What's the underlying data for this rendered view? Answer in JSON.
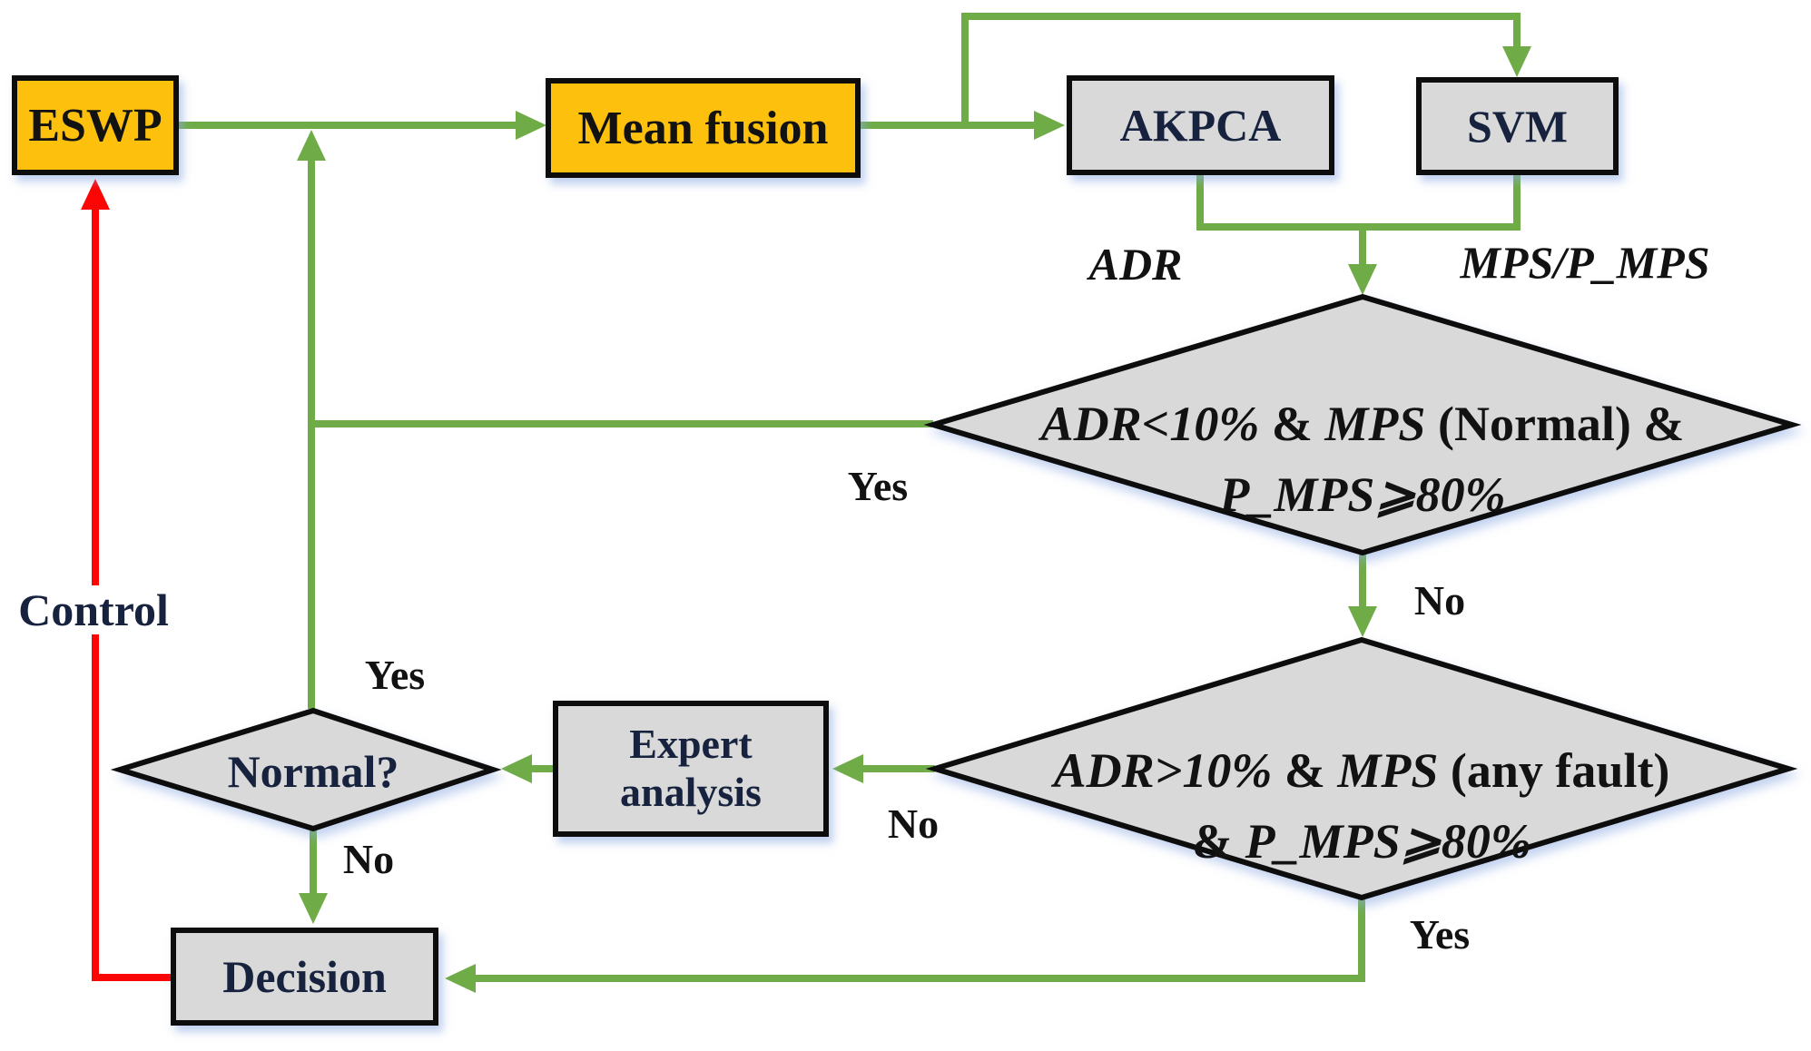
{
  "colors": {
    "green": "#6FAC47",
    "red": "#FB0505",
    "orange": "#FCC00D",
    "gray": "#D9D9D9",
    "border": "#0D0D0D",
    "text_dark": "#121212",
    "text_navy": "#17233E"
  },
  "nodes": {
    "eswp": {
      "label": "ESWP"
    },
    "mean_fusion": {
      "label": "Mean fusion"
    },
    "akpca": {
      "label": "AKPCA"
    },
    "svm": {
      "label": "SVM"
    },
    "expert_analysis": {
      "label": "Expert analysis"
    },
    "decision": {
      "label": "Decision"
    },
    "normal": {
      "label": "Normal?"
    }
  },
  "diamonds": {
    "check_normal": {
      "line1": [
        {
          "t": "ADR<10%",
          "i": 1
        },
        {
          "t": " & ",
          "i": 0
        },
        {
          "t": "MPS",
          "i": 1
        },
        {
          "t": " (Normal) &",
          "i": 0
        }
      ],
      "line2": [
        {
          "t": "P_MPS",
          "i": 1
        },
        {
          "t": "⩾80%",
          "i": 1
        }
      ]
    },
    "check_fault": {
      "line1": [
        {
          "t": "ADR>10%",
          "i": 1
        },
        {
          "t": " & ",
          "i": 0
        },
        {
          "t": "MPS",
          "i": 1
        },
        {
          "t": " (any fault)",
          "i": 0
        }
      ],
      "line2": [
        {
          "t": "& ",
          "i": 0
        },
        {
          "t": "P_MPS",
          "i": 1
        },
        {
          "t": "⩾80%",
          "i": 1
        }
      ]
    }
  },
  "signals": {
    "adr": "ADR",
    "mps": "MPS/P_MPS"
  },
  "edge_labels": {
    "d1_yes": "Yes",
    "d1_no": "No",
    "normal_yes": "Yes",
    "expert_no": "No",
    "normal_no": "No",
    "d2_yes": "Yes",
    "control": "Control"
  }
}
